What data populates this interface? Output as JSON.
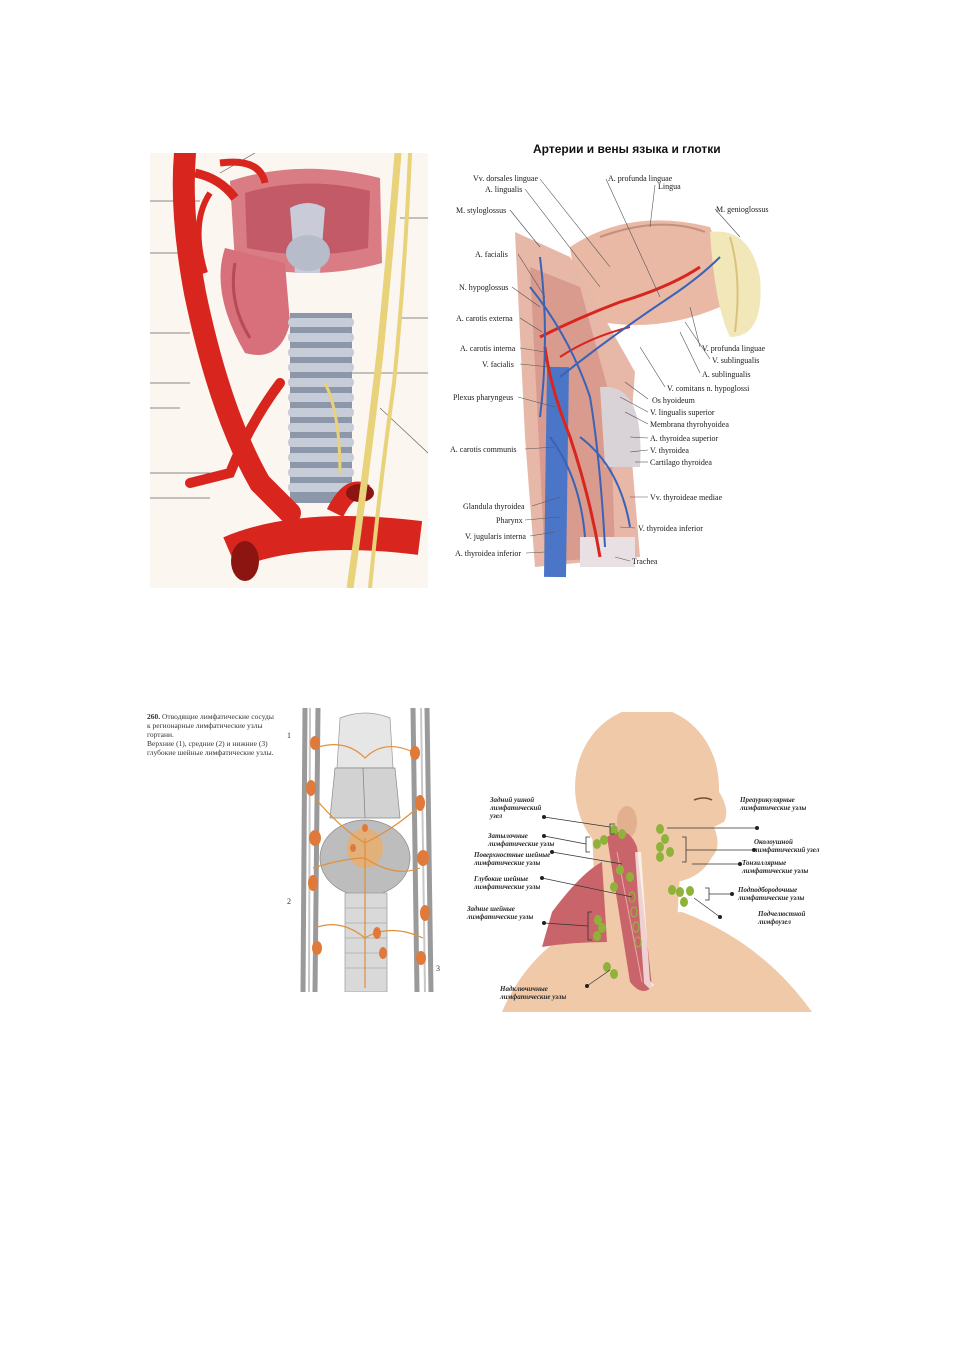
{
  "figure2": {
    "title": "Артерии и вены языка и глотки",
    "labels_left": [
      "Vv. dorsales linguae",
      "A. lingualis",
      "M. styloglossus",
      "A. facialis",
      "N. hypoglossus",
      "A. carotis externa",
      "A. carotis interna",
      "V. facialis",
      "Plexus pharyngeus",
      "A. carotis communis",
      "Glandula thyroidea",
      "Pharynx",
      "V. jugularis interna",
      "A. thyroidea inferior"
    ],
    "labels_right": [
      "A. profunda linguae",
      "Lingua",
      "M. genioglossus",
      "V. profunda linguae",
      "V. sublingualis",
      "A. sublingualis",
      "V. comitans n. hypoglossi",
      "Os hyoideum",
      "V. lingualis superior",
      "Membrana thyrohyoidea",
      "A. thyroidea superior",
      "V. thyroidea",
      "Cartilago thyroidea",
      "Vv. thyroideae mediae",
      "V. thyroidea inferior",
      "Trachea"
    ]
  },
  "figure3": {
    "caption_number": "260.",
    "caption_text": "Отводящие лимфатические сосуды к регионарные лимфатические узлы гортани.",
    "caption_note": "Верхние (1), средние (2) и нижние (3) глубокие шейные лимфатические узлы.",
    "markers": [
      "1",
      "2",
      "3"
    ]
  },
  "figure4": {
    "labels_left": [
      "Задний ушной лимфатический узел",
      "Затылочные лимфатические узлы",
      "Поверхностные шейные лимфатические узлы",
      "Глубокие шейные лимфатические узлы",
      "Задние шейные лимфатические узлы",
      "Надключичные лимфатические узлы"
    ],
    "labels_right": [
      "Преаурикулярные лимфатические узлы",
      "Околоушной лимфатический узел",
      "Тонзиллярные лимфатические узлы",
      "Подподбородочные лимфатические узлы",
      "Подчелюстной лимфоузел"
    ]
  },
  "colors": {
    "artery": "#d8261f",
    "vein": "#3a63b8",
    "nerve": "#e8d27a",
    "lymph_node": "#8fb33a",
    "skin": "#efc9a8",
    "muscle": "#c9656a"
  }
}
